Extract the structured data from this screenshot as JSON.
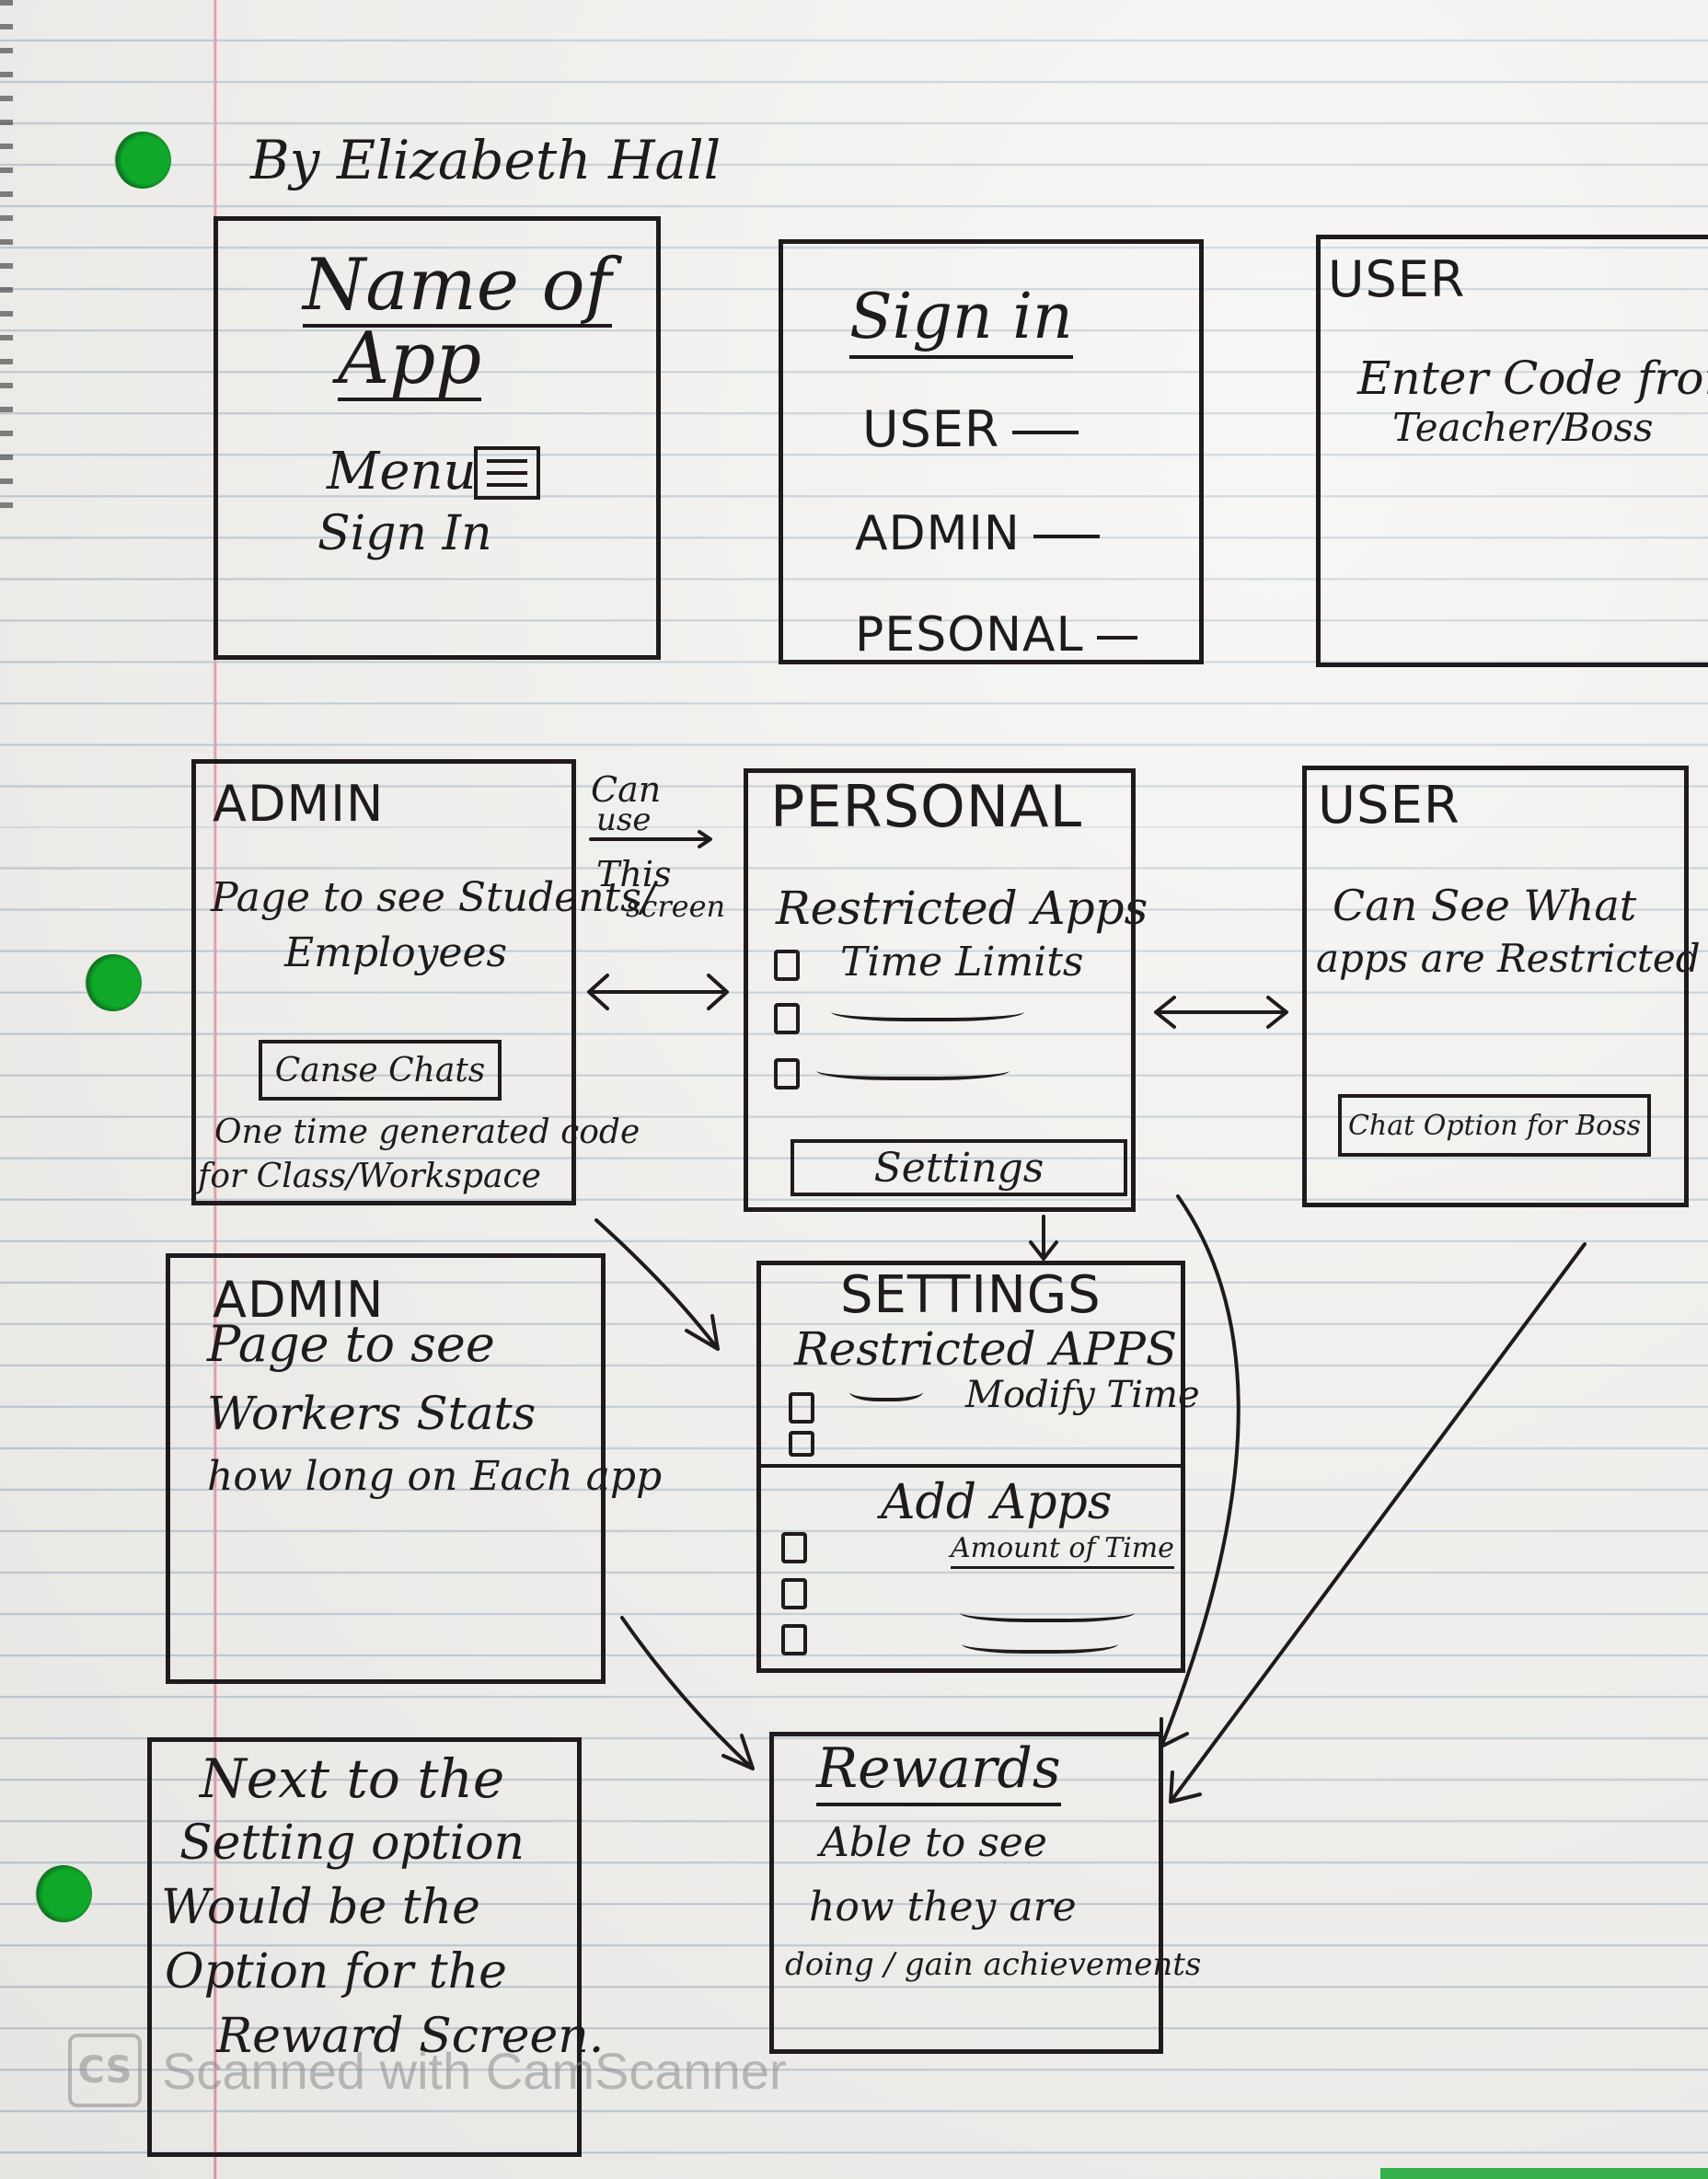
{
  "author": "By Elizabeth Hall",
  "screens": {
    "home": {
      "title_line1": "Name of",
      "title_line2": "App",
      "menu": "Menu",
      "sign_in": "Sign In",
      "menu_icon": "hamburger-menu-icon"
    },
    "sign_in": {
      "title": "Sign in",
      "options": [
        "USER",
        "ADMIN",
        "PESONAL"
      ]
    },
    "user_code": {
      "title": "USER",
      "line1": "Enter Code from",
      "line2": "Teacher/Boss"
    },
    "admin": {
      "title": "ADMIN",
      "line1": "Page to see Students/",
      "line2": "Employees",
      "button": "Canse Chats",
      "line3": "One time generated code",
      "line4": "for Class/Workspace"
    },
    "note_can_use": {
      "line1": "Can",
      "line2": "use",
      "line3": "This",
      "line4": "screen"
    },
    "personal": {
      "title": "PERSONAL",
      "heading": "Restricted Apps",
      "time_limits": "Time Limits",
      "button": "Settings"
    },
    "user_view": {
      "title": "USER",
      "line1": "Can See What",
      "line2": "apps are Restricted",
      "button": "Chat Option for Boss"
    },
    "admin_stats": {
      "title": "ADMIN",
      "line1": "Page to see",
      "line2": "Workers Stats",
      "line3": "how long on Each app"
    },
    "settings": {
      "title": "SETTINGS",
      "heading": "Restricted APPS",
      "modify": "Modify Time",
      "add": "Add Apps",
      "amount": "Amount of Time"
    },
    "note_reward": {
      "line1": "Next to the",
      "line2": "Setting option",
      "line3": "Would be the",
      "line4": "Option for the",
      "line5": "Reward Screen."
    },
    "rewards": {
      "title": "Rewards",
      "line1": "Able to see",
      "line2": "how they are",
      "line3": "doing / gain achievements"
    }
  },
  "watermark": {
    "icon": "CS",
    "text": "Scanned with CamScanner"
  }
}
